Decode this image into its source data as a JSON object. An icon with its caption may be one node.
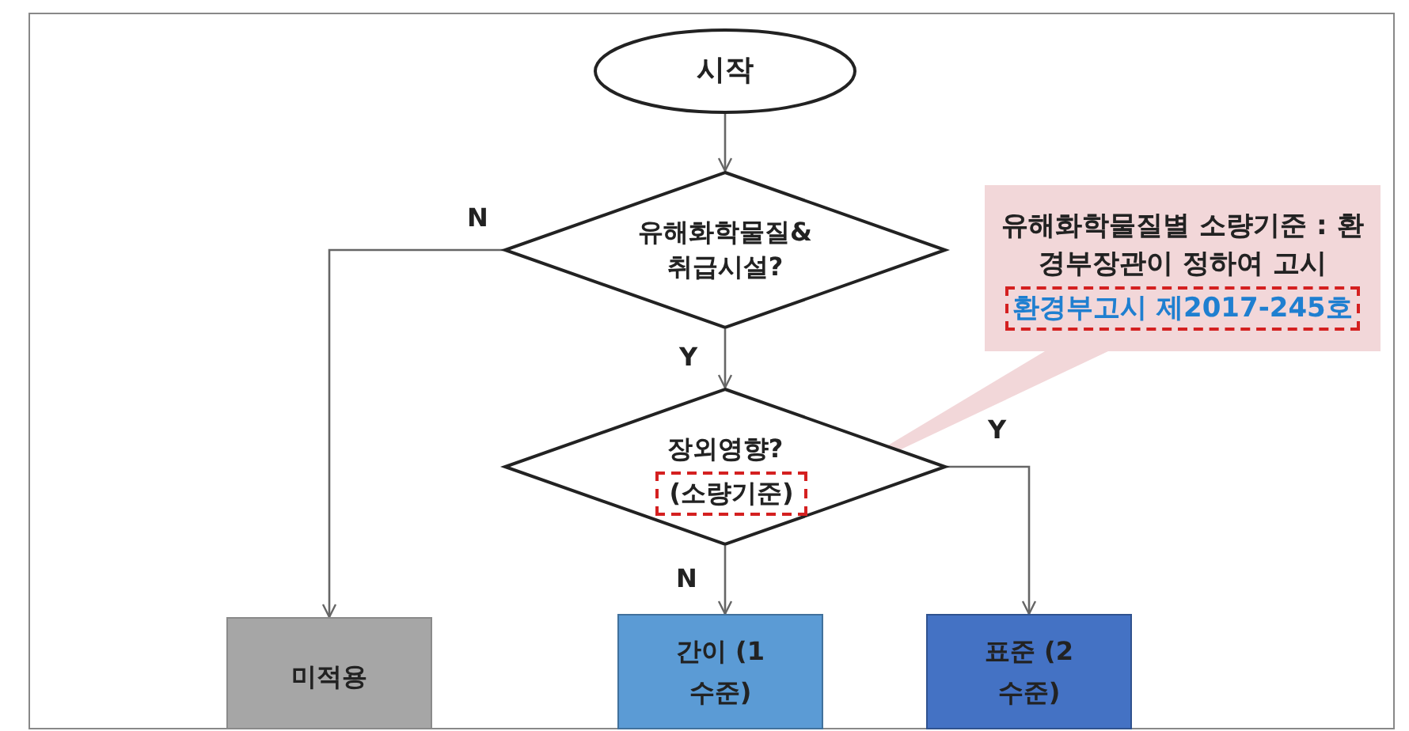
{
  "diagram": {
    "nodes": [
      {
        "text": [
          "시작"
        ]
      },
      {
        "text": [
          "유해화학물질& 취급시설?"
        ]
      },
      {
        "text": [
          "장외영향?"
        ]
      },
      {
        "text": [
          "(소량기준)"
        ],
        "in": 2
      },
      {
        "text": [
          "미적용"
        ]
      },
      {
        "text": [
          "간이 (1수준)"
        ]
      },
      {
        "text": [
          "표준 (2수준)"
        ]
      },
      {
        "text": [
          "유해화학물질별 소량기준 : 환경부장관이 정하여 고시",
          "환경부고시 제2017-245호"
        ]
      }
    ],
    "edges": [
      {
        "from": 0,
        "to": 1,
        "arrow": "to"
      },
      {
        "from": 1,
        "to": 4,
        "arrow": "to",
        "label": "N"
      },
      {
        "from": 1,
        "to": 2,
        "arrow": "to",
        "label": "Y"
      },
      {
        "from": 2,
        "to": 5,
        "arrow": "to",
        "label": "N"
      },
      {
        "from": 2,
        "to": 6,
        "arrow": "to",
        "label": "Y"
      },
      {
        "from": 7,
        "to": 3,
        "arrow": "none"
      }
    ]
  }
}
